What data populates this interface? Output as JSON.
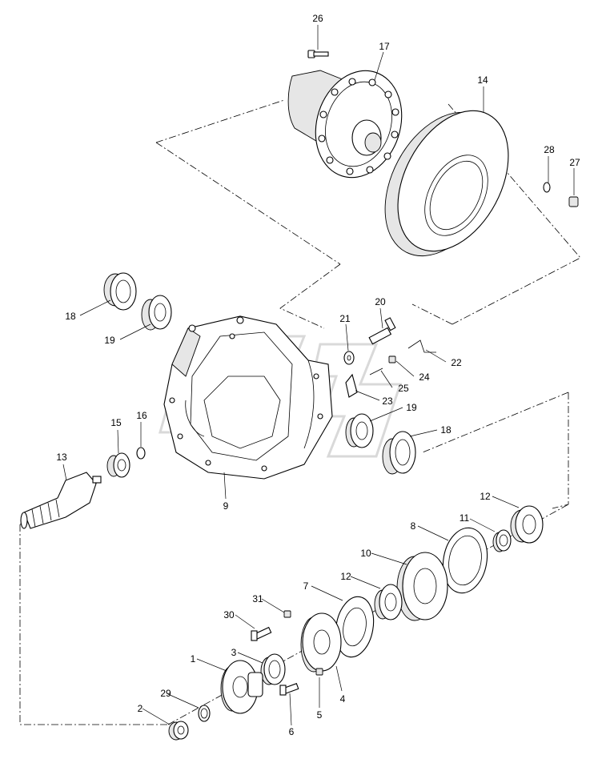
{
  "callouts": [
    {
      "id": "c26",
      "label": "26"
    },
    {
      "id": "c17",
      "label": "17"
    },
    {
      "id": "c14",
      "label": "14"
    },
    {
      "id": "c28",
      "label": "28"
    },
    {
      "id": "c27",
      "label": "27"
    },
    {
      "id": "c18a",
      "label": "18"
    },
    {
      "id": "c19a",
      "label": "19"
    },
    {
      "id": "c20",
      "label": "20"
    },
    {
      "id": "c21",
      "label": "21"
    },
    {
      "id": "c22",
      "label": "22"
    },
    {
      "id": "c24",
      "label": "24"
    },
    {
      "id": "c25",
      "label": "25"
    },
    {
      "id": "c23",
      "label": "23"
    },
    {
      "id": "c19b",
      "label": "19"
    },
    {
      "id": "c18b",
      "label": "18"
    },
    {
      "id": "c15",
      "label": "15"
    },
    {
      "id": "c16",
      "label": "16"
    },
    {
      "id": "c13",
      "label": "13"
    },
    {
      "id": "c9",
      "label": "9"
    },
    {
      "id": "c12a",
      "label": "12"
    },
    {
      "id": "c8",
      "label": "8"
    },
    {
      "id": "c11",
      "label": "11"
    },
    {
      "id": "c10",
      "label": "10"
    },
    {
      "id": "c12b",
      "label": "12"
    },
    {
      "id": "c7",
      "label": "7"
    },
    {
      "id": "c31",
      "label": "31"
    },
    {
      "id": "c30",
      "label": "30"
    },
    {
      "id": "c3",
      "label": "3"
    },
    {
      "id": "c1",
      "label": "1"
    },
    {
      "id": "c4",
      "label": "4"
    },
    {
      "id": "c5",
      "label": "5"
    },
    {
      "id": "c29",
      "label": "29"
    },
    {
      "id": "c2",
      "label": "2"
    },
    {
      "id": "c6",
      "label": "6"
    }
  ]
}
